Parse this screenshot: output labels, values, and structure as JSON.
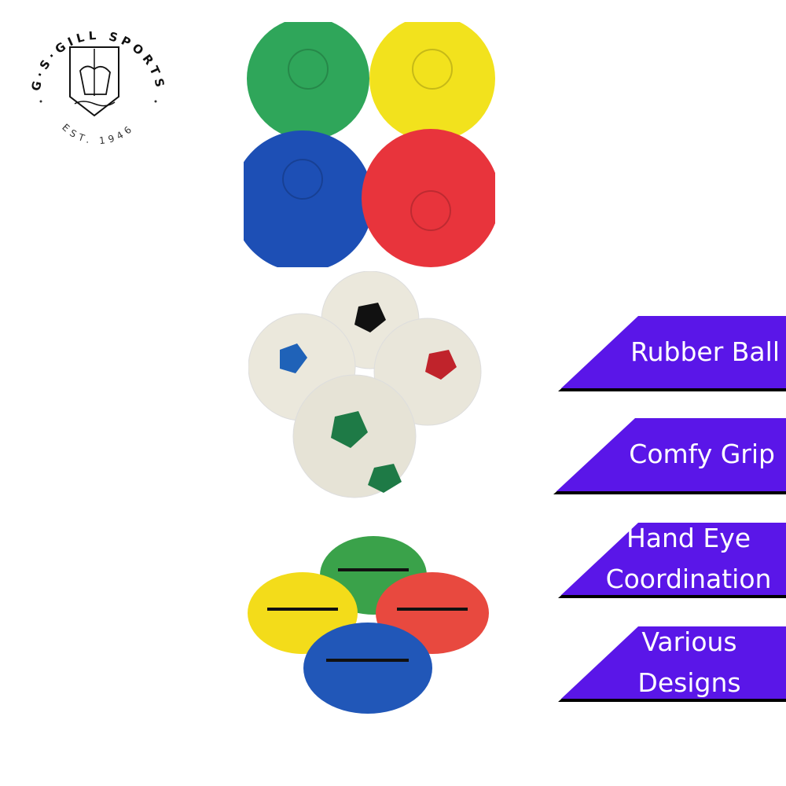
{
  "logo": {
    "brand": "G·S·GILL SPORTS",
    "established": "EST. 1946"
  },
  "products": [
    {
      "name": "textured-rubber-balls",
      "colors": [
        "#2fa65a",
        "#f2e21d",
        "#1d4fb5",
        "#e8343c"
      ]
    },
    {
      "name": "soccer-pattern-balls",
      "colors": [
        "#111111",
        "#1f62b8",
        "#c0232b",
        "#1e7a46"
      ]
    },
    {
      "name": "mini-rugby-balls",
      "colors": [
        "#3aa24a",
        "#f3dc1a",
        "#e8493f",
        "#2157b8"
      ]
    }
  ],
  "features": [
    {
      "label": "Rubber Ball"
    },
    {
      "label": "Comfy Grip"
    },
    {
      "label_line1": "Hand Eye",
      "label_line2": "Coordination"
    },
    {
      "label_line1": "Various",
      "label_line2": "Designs"
    }
  ],
  "colors": {
    "banner": "#5a16e8",
    "banner_shadow": "#000000"
  }
}
